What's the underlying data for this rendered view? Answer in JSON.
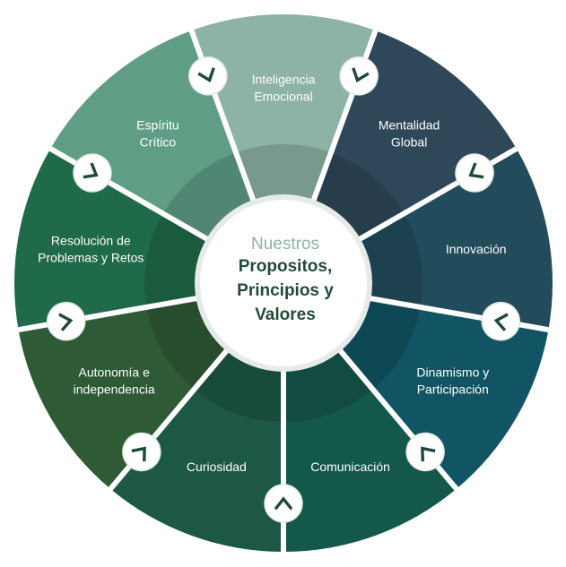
{
  "center": {
    "subtitle": "Nuestros",
    "title_lines": [
      "Propositos,",
      "Principios y",
      "Valores"
    ]
  },
  "segments": [
    {
      "lines": [
        "Inteligencia",
        "Emocional"
      ],
      "color": "#8db3a4"
    },
    {
      "lines": [
        "Mentalidad",
        "Global"
      ],
      "color": "#2f4859"
    },
    {
      "lines": [
        "Innovación"
      ],
      "color": "#224c5b"
    },
    {
      "lines": [
        "Dinamismo y",
        "Participación"
      ],
      "color": "#115463"
    },
    {
      "lines": [
        "Comunicación"
      ],
      "color": "#14584c"
    },
    {
      "lines": [
        "Curiosidad"
      ],
      "color": "#1c5843"
    },
    {
      "lines": [
        "Autonomía e",
        "independencia"
      ],
      "color": "#2f5a36"
    },
    {
      "lines": [
        "Resolución de",
        "Problemas y Retos"
      ],
      "color": "#1f6a48"
    },
    {
      "lines": [
        "Espíritu",
        "Crítico"
      ],
      "color": "#5f9e85"
    }
  ],
  "colors": {
    "border": "#ffffff",
    "center_fill": "#ffffff",
    "center_ring": "#e6ebe9",
    "arrow": "#1d4a3a",
    "inner_shade": "rgba(0,0,0,0.14)"
  },
  "icons": {
    "connector": "chevron-arrow-icon"
  }
}
